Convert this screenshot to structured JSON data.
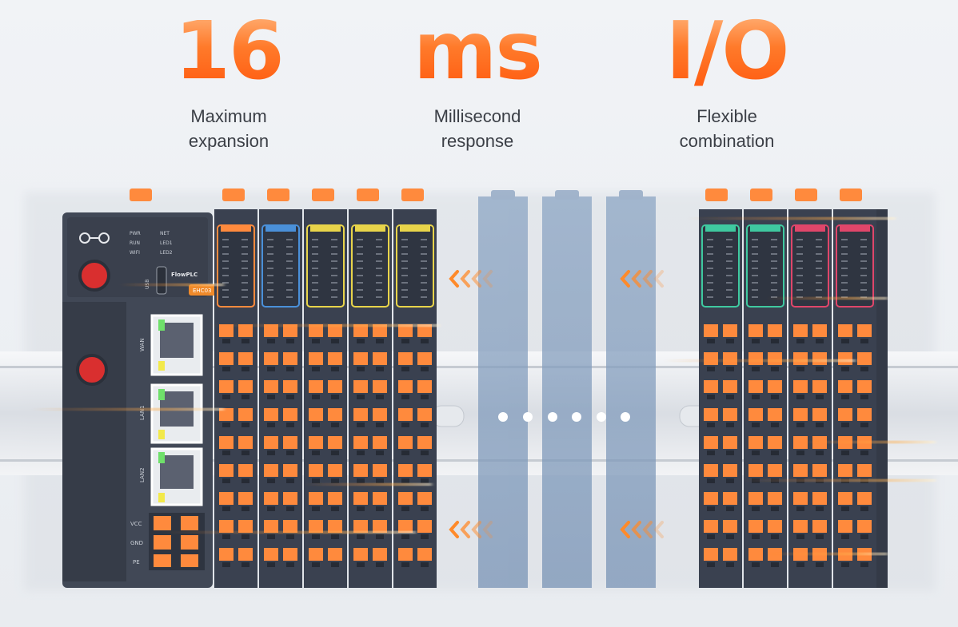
{
  "stats": [
    {
      "value": "16",
      "caption": "Maximum\nexpansion"
    },
    {
      "value": "ms",
      "caption": "Millisecond\nresponse"
    },
    {
      "value": "I/O",
      "caption": "Flexible\ncombination"
    }
  ],
  "controller": {
    "leds": [
      "PWR",
      "NET",
      "RUN",
      "LED1",
      "WIFI",
      "LED2"
    ],
    "port_labels": [
      "WAN",
      "LAN1",
      "LAN2"
    ],
    "power_labels": [
      "VCC",
      "GND",
      "PE"
    ],
    "usb_label": "USB",
    "brand": "FlowPLC",
    "model": "EHC03"
  },
  "colors": {
    "accent": "#ff7a2a",
    "module_body": "#3a4150",
    "terminal": "#ff8a3d",
    "channel_blue": "#4a90d9",
    "channel_yellow": "#e8d44a",
    "channel_green": "#3fc9a0",
    "channel_red": "#e0466a"
  }
}
